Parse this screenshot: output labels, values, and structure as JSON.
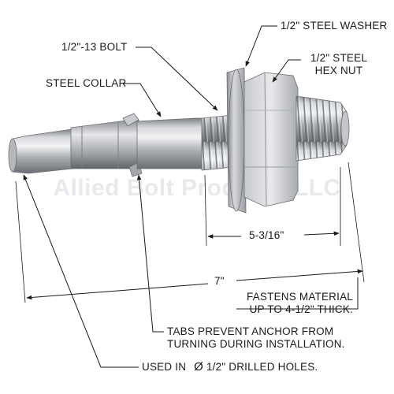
{
  "watermark": "Allied Bolt Products LLC",
  "labels": {
    "washer": "1/2\" STEEL WASHER",
    "hex_nut_line1": "1/2\" STEEL",
    "hex_nut_line2": "HEX NUT",
    "bolt": "1/2\"-13 BOLT",
    "collar": "STEEL COLLAR",
    "thread_length": "5-3/16\"",
    "overall_length": "7\"",
    "fastens_line1": "FASTENS MATERIAL",
    "fastens_line2": "UP TO 4-1/2\" THICK.",
    "tabs_line1": "TABS PREVENT ANCHOR FROM",
    "tabs_line2": "TURNING DURING INSTALLATION.",
    "used_in": "USED IN",
    "hole_symbol": "Ø",
    "used_in_size": "1/2\" DRILLED HOLES."
  }
}
